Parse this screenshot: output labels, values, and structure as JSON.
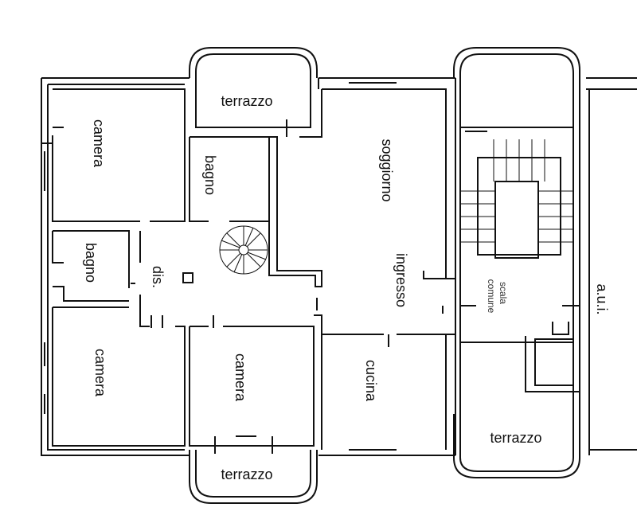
{
  "rooms": {
    "camera_top_left": "camera",
    "bagno_left": "bagno",
    "camera_bottom_left": "camera",
    "bagno_center": "bagno",
    "dis": "dis.",
    "camera_bottom_center": "camera",
    "terrazzo_top": "terrazzo",
    "terrazzo_bottom": "terrazzo",
    "soggiorno": "soggiorno",
    "ingresso": "ingresso",
    "cucina": "cucina",
    "scala_comune_1": "scala",
    "scala_comune_2": "comune",
    "terrazzo_right": "terrazzo",
    "aui": "a.u.i."
  }
}
